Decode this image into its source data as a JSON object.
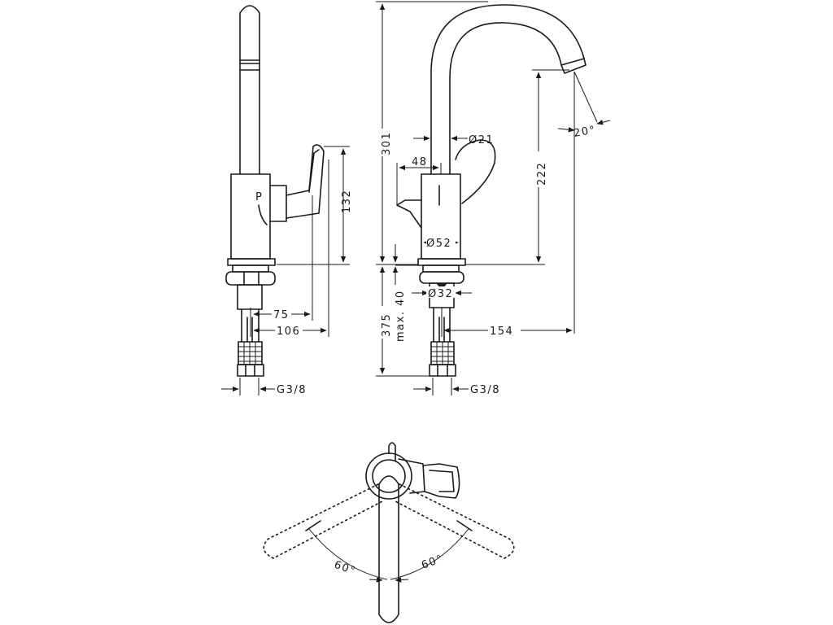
{
  "dimensions": {
    "height_total": "301",
    "spout_reach_height": "222",
    "outlet_angle": "20°",
    "spout_diameter": "Ø21",
    "lever_offset": "48",
    "body_diameter": "Ø52",
    "handle_height": "132",
    "tailpiece_diameter": "Ø32",
    "max_thickness": "max. 40",
    "hose_length": "375",
    "spout_reach": "154",
    "handle_depth_75": "75",
    "handle_depth_106": "106",
    "connection_left": "G3/8",
    "connection_right": "G3/8",
    "swivel_left": "60°",
    "swivel_right": "60°"
  }
}
